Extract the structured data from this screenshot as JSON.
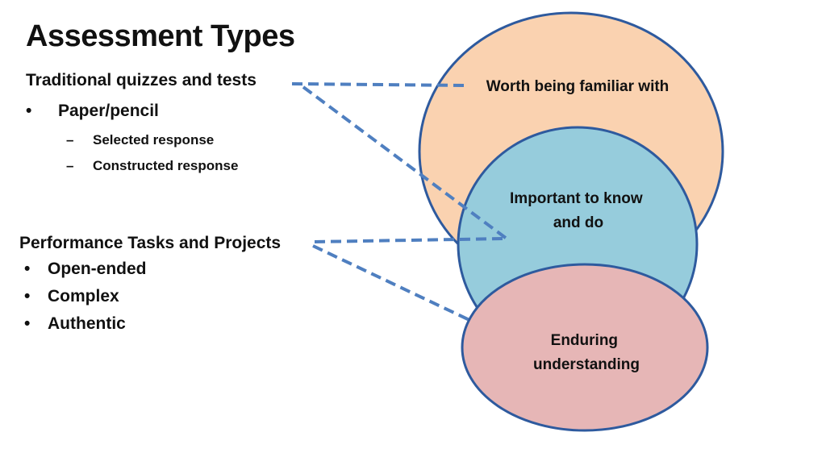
{
  "title": "Assessment Types",
  "traditional": {
    "heading": "Traditional quizzes and tests",
    "bullet": "•",
    "items": [
      {
        "label": "Paper/pencil",
        "subitems": [
          "Selected response",
          "Constructed response"
        ]
      }
    ],
    "dash": "–"
  },
  "performance": {
    "heading": "Performance Tasks and Projects",
    "bullet": "•",
    "items": [
      "Open-ended",
      "Complex",
      "Authentic"
    ]
  },
  "circles": {
    "outer": {
      "label_lines": [
        "Worth being familiar with"
      ],
      "fill": "#fad2b0"
    },
    "middle": {
      "label_lines": [
        "Important to know",
        "and do"
      ],
      "fill": "#96ccdc"
    },
    "inner": {
      "label_lines": [
        "Enduring",
        "understanding"
      ],
      "fill": "#e6b6b6"
    },
    "stroke": "#2e5a9e",
    "connector_color": "#4f7fc0"
  }
}
